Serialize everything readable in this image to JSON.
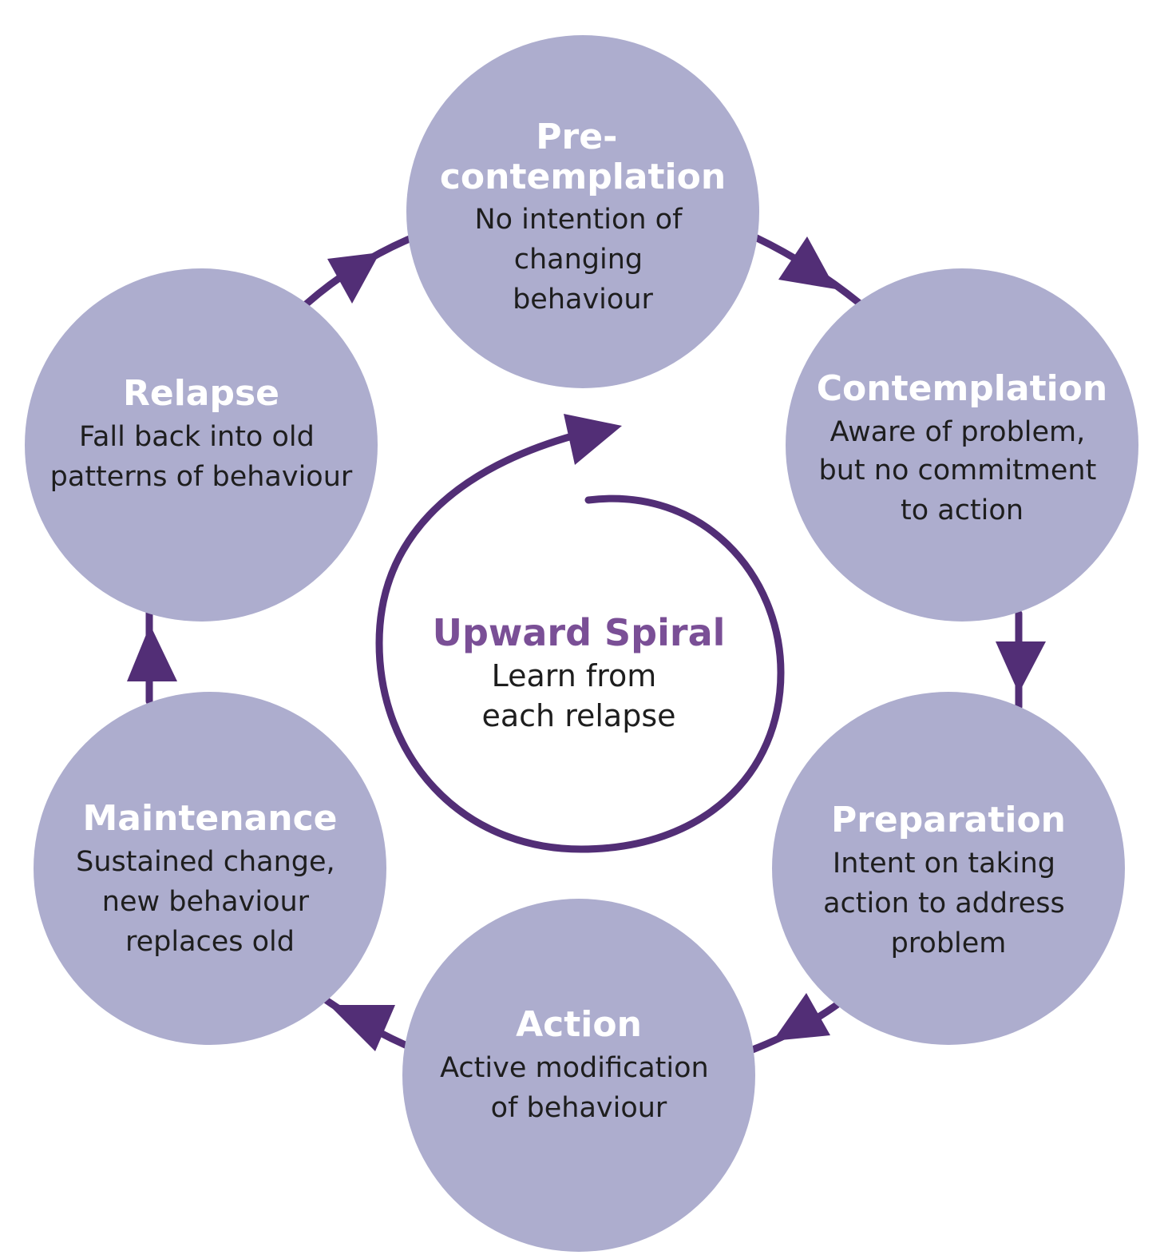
{
  "stages": [
    {
      "title_lines": [
        "Pre-",
        "contemplation"
      ],
      "description_lines": [
        "No intention of",
        "changing",
        "behaviour"
      ]
    },
    {
      "title_lines": [
        "Contemplation"
      ],
      "description_lines": [
        "Aware of problem,",
        "but no commitment",
        "to action"
      ]
    },
    {
      "title_lines": [
        "Preparation"
      ],
      "description_lines": [
        "Intent on taking",
        "action to address",
        "problem"
      ]
    },
    {
      "title_lines": [
        "Action"
      ],
      "description_lines": [
        "Active modification",
        "of behaviour"
      ]
    },
    {
      "title_lines": [
        "Maintenance"
      ],
      "description_lines": [
        "Sustained change,",
        "new behaviour",
        "replaces old"
      ]
    },
    {
      "title_lines": [
        "Relapse"
      ],
      "description_lines": [
        "Fall back into old",
        "patterns of behaviour"
      ]
    }
  ],
  "center": {
    "title": "Upward Spiral",
    "description_lines": [
      "Learn from",
      "each relapse"
    ]
  },
  "colors": {
    "circle_fill": "#adadce",
    "arrow": "#522e76",
    "stage_title": "#ffffff",
    "center_title": "#7a4f96",
    "body_text": "#1e1e1e"
  }
}
